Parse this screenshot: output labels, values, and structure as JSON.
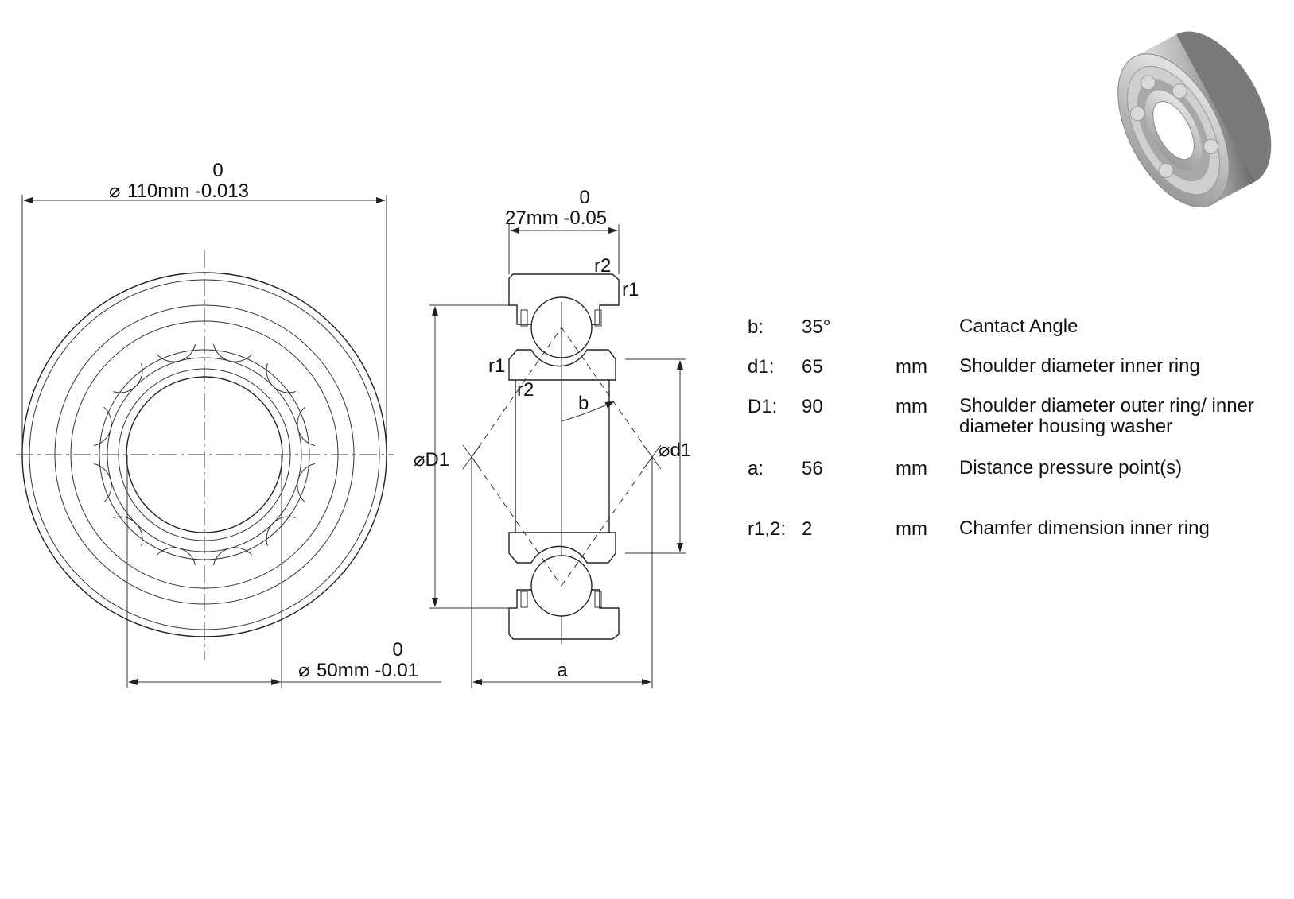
{
  "dimensions": {
    "outer_tol_upper": "0",
    "outer_diameter": "110mm -0.013",
    "width_tol_upper": "0",
    "width": "27mm -0.05",
    "bore_tol_upper": "0",
    "bore_diameter": "50mm -0.01",
    "diameter_symbol": "⌀"
  },
  "labels": {
    "r2_top": "r2",
    "r1_top": "r1",
    "r1_left": "r1",
    "r2_left": "r2",
    "angle": "b",
    "D1": "⌀D1",
    "d1": "⌀d1",
    "a": "a"
  },
  "specs": [
    {
      "key": "b:",
      "value": "35°",
      "unit": "",
      "desc": "Cantact Angle"
    },
    {
      "key": "d1:",
      "value": "65",
      "unit": "mm",
      "desc": "Shoulder diameter inner ring"
    },
    {
      "key": "D1:",
      "value": "90",
      "unit": "mm",
      "desc": "Shoulder diameter outer ring/ inner diameter housing washer"
    },
    {
      "key": "a:",
      "value": "56",
      "unit": "mm",
      "desc": "Distance pressure point(s)"
    },
    {
      "key": "r1,2:",
      "value": "2",
      "unit": "mm",
      "desc": "Chamfer dimension inner ring"
    }
  ],
  "colors": {
    "line": "#222222",
    "photo_steel": "#b9b9b9",
    "photo_dark": "#6a6a6a"
  }
}
